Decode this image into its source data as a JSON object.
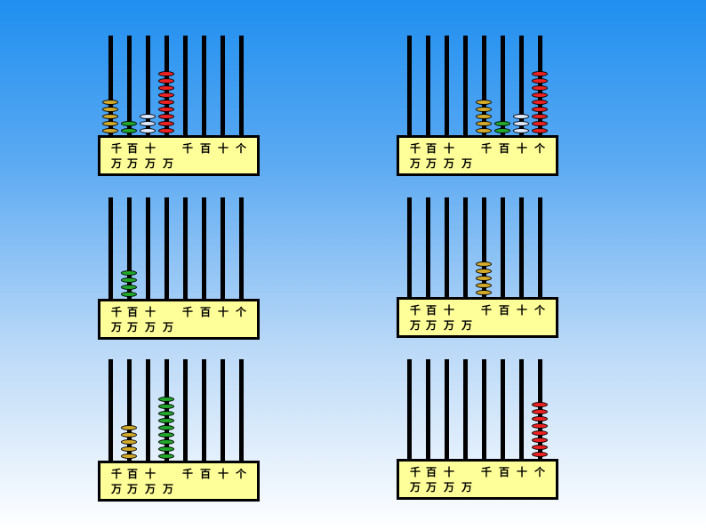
{
  "place_labels": {
    "row1": [
      "千",
      "百",
      "十",
      "",
      "千",
      "百",
      "十",
      "个"
    ],
    "row2": [
      "万",
      "万",
      "万",
      "万",
      "",
      "",
      "",
      ""
    ]
  },
  "bead_colors": {
    "gold": "#d4aa2a",
    "green": "#22a82a",
    "blue": "#dde8ff",
    "red": "#ee2222"
  },
  "abaci": [
    {
      "name": "abacus-top-left",
      "beads": [
        {
          "rod": 0,
          "count": 5,
          "color": "gold"
        },
        {
          "rod": 1,
          "count": 2,
          "color": "green"
        },
        {
          "rod": 2,
          "count": 3,
          "color": "blue"
        },
        {
          "rod": 3,
          "count": 9,
          "color": "red"
        }
      ]
    },
    {
      "name": "abacus-top-right",
      "beads": [
        {
          "rod": 4,
          "count": 5,
          "color": "gold"
        },
        {
          "rod": 5,
          "count": 2,
          "color": "green"
        },
        {
          "rod": 6,
          "count": 3,
          "color": "blue"
        },
        {
          "rod": 7,
          "count": 9,
          "color": "red"
        }
      ]
    },
    {
      "name": "abacus-middle-left",
      "beads": [
        {
          "rod": 1,
          "count": 4,
          "color": "green"
        }
      ]
    },
    {
      "name": "abacus-middle-right",
      "beads": [
        {
          "rod": 4,
          "count": 5,
          "color": "gold"
        }
      ]
    },
    {
      "name": "abacus-bottom-left",
      "beads": [
        {
          "rod": 1,
          "count": 5,
          "color": "gold"
        },
        {
          "rod": 3,
          "count": 9,
          "color": "green"
        }
      ]
    },
    {
      "name": "abacus-bottom-right",
      "beads": [
        {
          "rod": 7,
          "count": 8,
          "color": "red"
        }
      ]
    }
  ]
}
